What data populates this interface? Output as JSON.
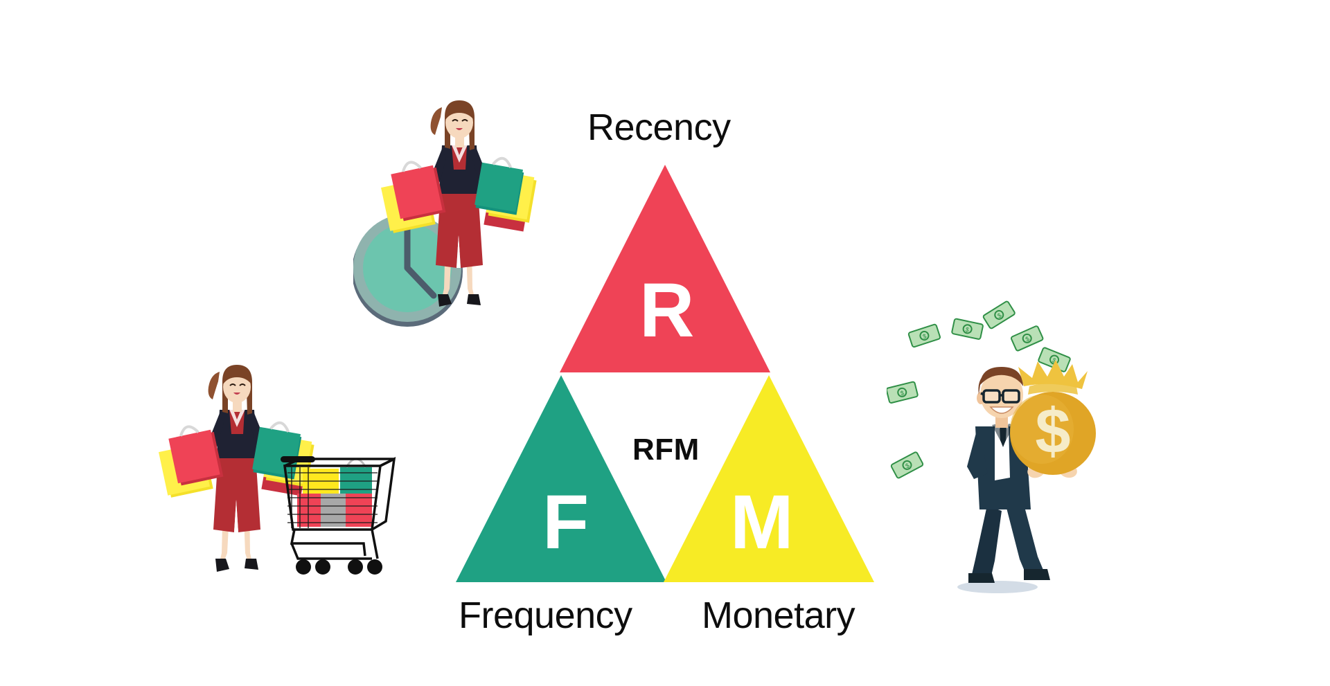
{
  "diagram": {
    "title": "RFM",
    "center_label": "RFM",
    "background_color": "#ffffff",
    "segments": [
      {
        "id": "recency",
        "letter": "R",
        "label": "Recency",
        "color": "#EF4356",
        "letter_color": "#ffffff",
        "position": "top"
      },
      {
        "id": "frequency",
        "letter": "F",
        "label": "Frequency",
        "color": "#1FA183",
        "letter_color": "#ffffff",
        "position": "bottom-left"
      },
      {
        "id": "monetary",
        "letter": "M",
        "label": "Monetary",
        "color": "#F7EB25",
        "letter_color": "#ffffff",
        "position": "bottom-right"
      }
    ]
  },
  "illustrations": [
    {
      "id": "shopper-with-clock",
      "name": "woman-shopping-bags-clock",
      "alt": "Woman holding shopping bags beside a large clock",
      "clock_color": "#6CC5AE",
      "clock_rim_color": "#5B6B7A"
    },
    {
      "id": "shopper-with-cart",
      "name": "woman-shopping-bags-cart",
      "alt": "Woman holding shopping bags beside a shopping cart full of bags"
    },
    {
      "id": "money-man",
      "name": "businessman-money-bag",
      "alt": "Businessman carrying a money bag with dollar sign and flying banknotes",
      "bag_symbol": "$",
      "bag_color": "#E0A526",
      "bill_color": "#AEDCAF"
    }
  ],
  "palette": {
    "red": "#EF4356",
    "green": "#1FA183",
    "yellow": "#F7EB25",
    "text": "#0d0d0d",
    "white": "#ffffff",
    "skirt_red": "#B42E34",
    "jacket_navy": "#1F2233",
    "skin": "#F6D9BE",
    "hair": "#7A4326",
    "suit_navy": "#20394A",
    "money_green": "#2F8F46"
  }
}
